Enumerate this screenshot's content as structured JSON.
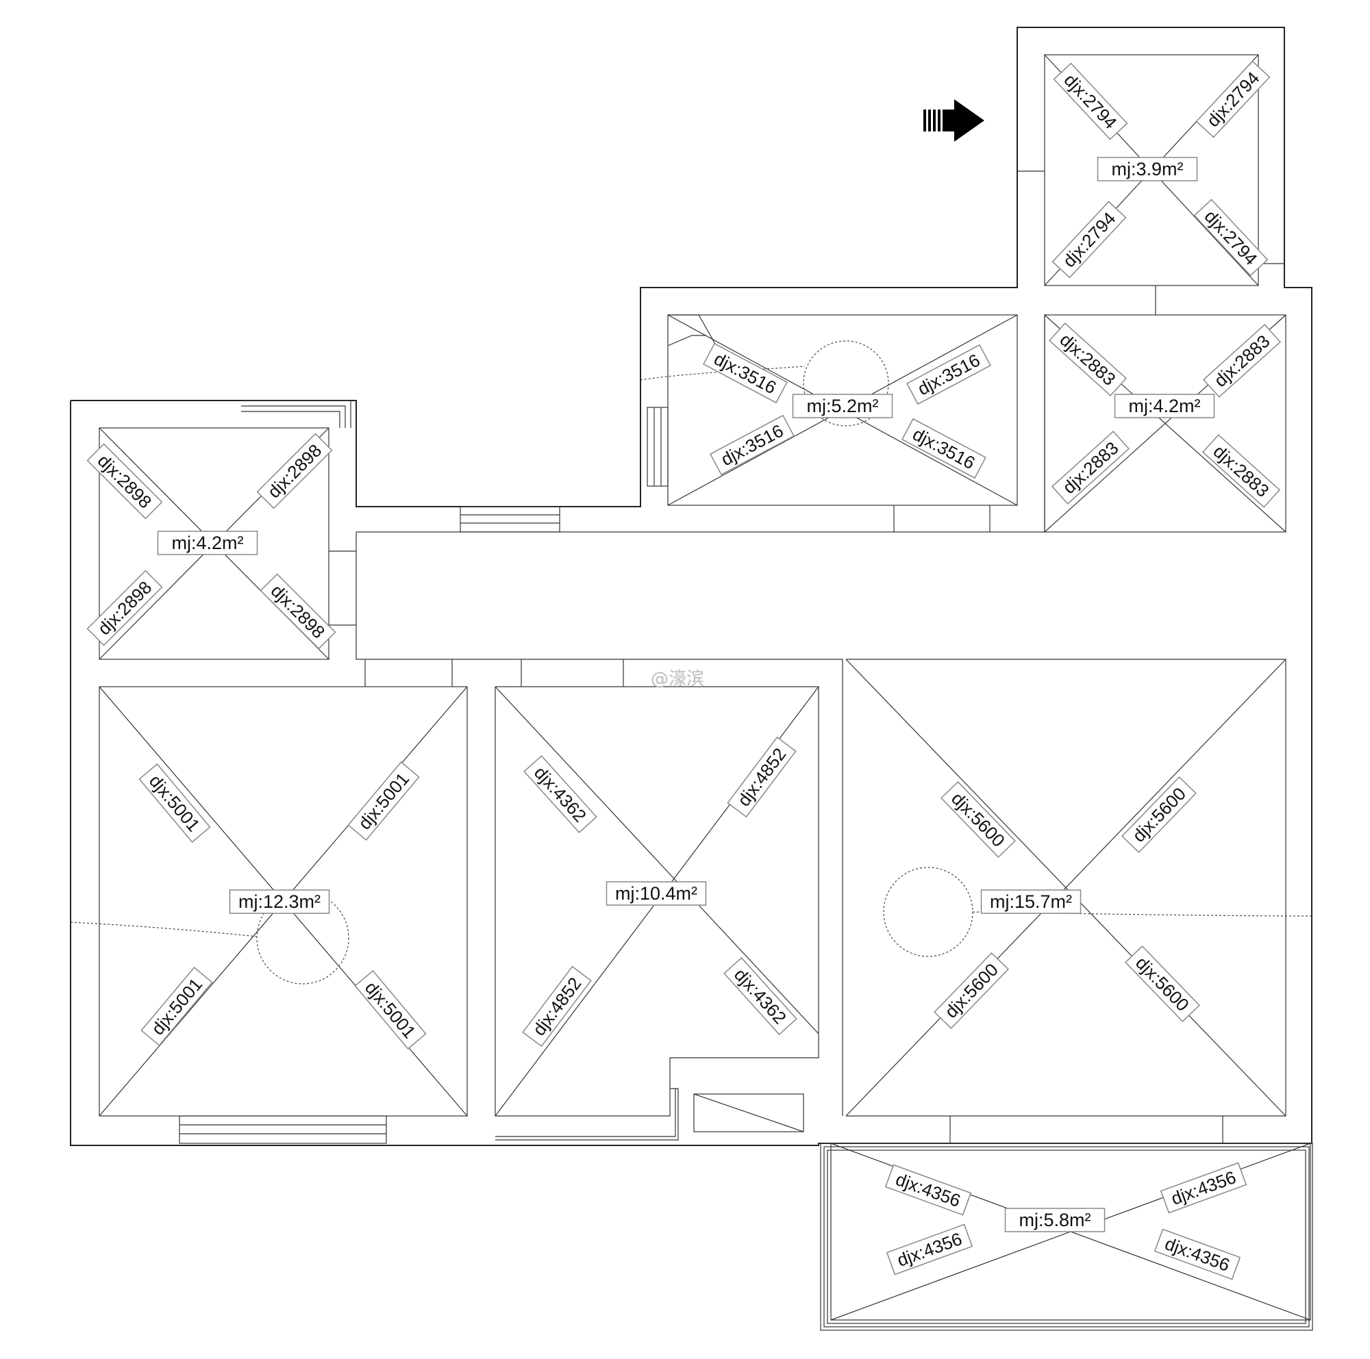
{
  "diagram": {
    "watermark": "@濠滨",
    "colors": {
      "line": "#222222",
      "label_border": "#888888",
      "watermark": "#bbbbbb",
      "arrow": "#000000"
    },
    "entrance_marker": "arrow-icon",
    "rooms": [
      {
        "id": "room-nw-small",
        "area": "mj:4.2m²",
        "diagonals": [
          "djx:2898",
          "djx:2898",
          "djx:2898",
          "djx:2898"
        ]
      },
      {
        "id": "room-top-middle",
        "area": "mj:5.2m²",
        "diagonals": [
          "djx:3516",
          "djx:3516",
          "djx:3516",
          "djx:3516"
        ]
      },
      {
        "id": "room-top-right-entry",
        "area": "mj:3.9m²",
        "diagonals": [
          "djx:2794",
          "djx:2794",
          "djx:2794",
          "djx:2794"
        ]
      },
      {
        "id": "room-right-small",
        "area": "mj:4.2m²",
        "diagonals": [
          "djx:2883",
          "djx:2883",
          "djx:2883",
          "djx:2883"
        ]
      },
      {
        "id": "room-left-bedroom",
        "area": "mj:12.3m²",
        "diagonals": [
          "djx:5001",
          "djx:5001",
          "djx:5001",
          "djx:5001"
        ]
      },
      {
        "id": "room-middle-bedroom",
        "area": "mj:10.4m²",
        "diagonals": [
          "djx:4362",
          "djx:4852",
          "djx:4852",
          "djx:4362"
        ]
      },
      {
        "id": "room-living",
        "area": "mj:15.7m²",
        "diagonals": [
          "djx:5600",
          "djx:5600",
          "djx:5600",
          "djx:5600"
        ]
      },
      {
        "id": "room-balcony",
        "area": "mj:5.8m²",
        "diagonals": [
          "djx:4356",
          "djx:4356",
          "djx:4356",
          "djx:4356"
        ]
      }
    ]
  }
}
